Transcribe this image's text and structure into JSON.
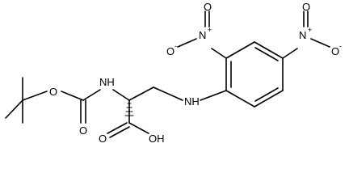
{
  "structure": {
    "atom_labels": {
      "nitro_top_o_minus": "O",
      "nitro_top_minus": "-",
      "nitro_top_n": "N",
      "nitro_top_plus": "+",
      "nitro_top_o": "O",
      "nitro_right_o_minus": "O",
      "nitro_right_minus": "-",
      "nitro_right_n": "N",
      "nitro_right_plus": "+",
      "nitro_right_o": "O",
      "boc_nh": "NH",
      "ester_o": "O",
      "carbonyl_o": "O",
      "aryl_nh": "NH",
      "acid_o": "O",
      "acid_oh": "OH"
    }
  }
}
